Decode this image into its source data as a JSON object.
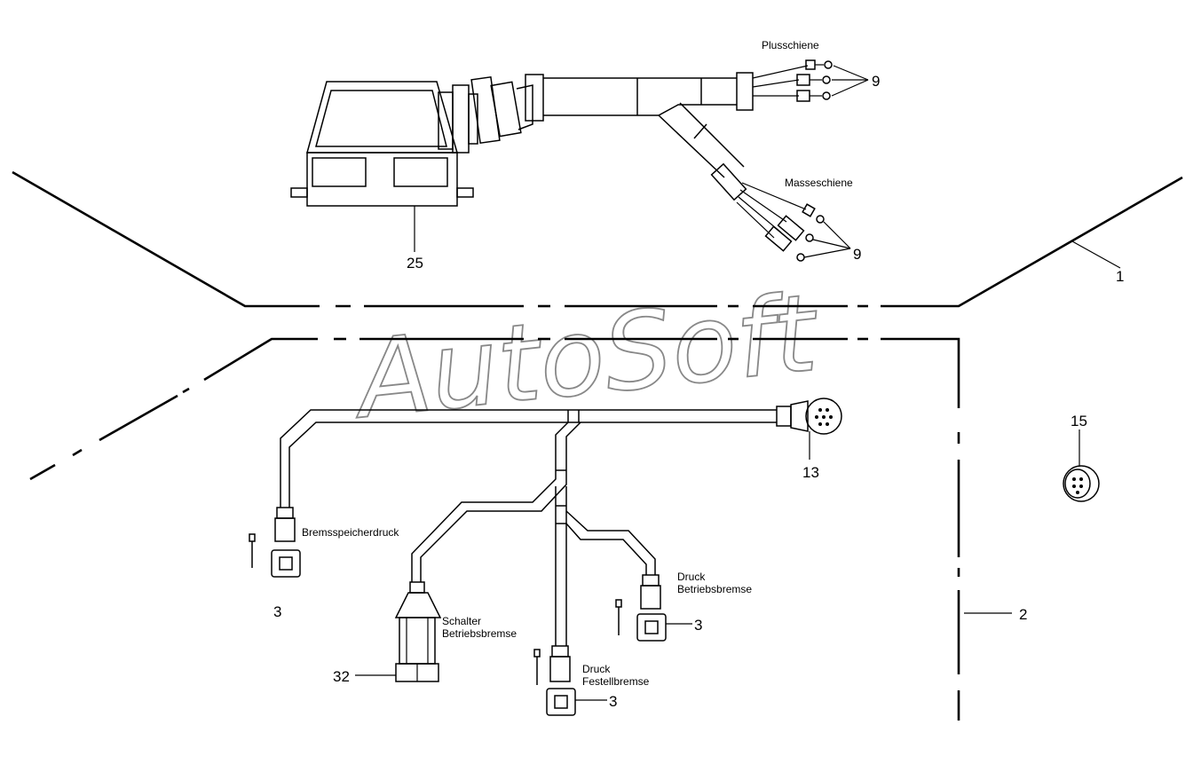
{
  "watermark": "AutoSoft",
  "labels": {
    "plusschiene": "Plusschiene",
    "masseschiene": "Masseschiene",
    "bremsspeicherdruck": "Bremsspeicherdruck",
    "schalter_line1": "Schalter",
    "schalter_line2": "Betriebsbremse",
    "druck_betrieb_line1": "Druck",
    "druck_betrieb_line2": "Betriebsbremse",
    "druck_fest_line1": "Druck",
    "druck_fest_line2": "Festellbremse"
  },
  "callouts": {
    "c9a": "9",
    "c9b": "9",
    "c25": "25",
    "c1": "1",
    "c2": "2",
    "c13": "13",
    "c15": "15",
    "c3a": "3",
    "c3b": "3",
    "c3c": "3",
    "c32": "32"
  }
}
